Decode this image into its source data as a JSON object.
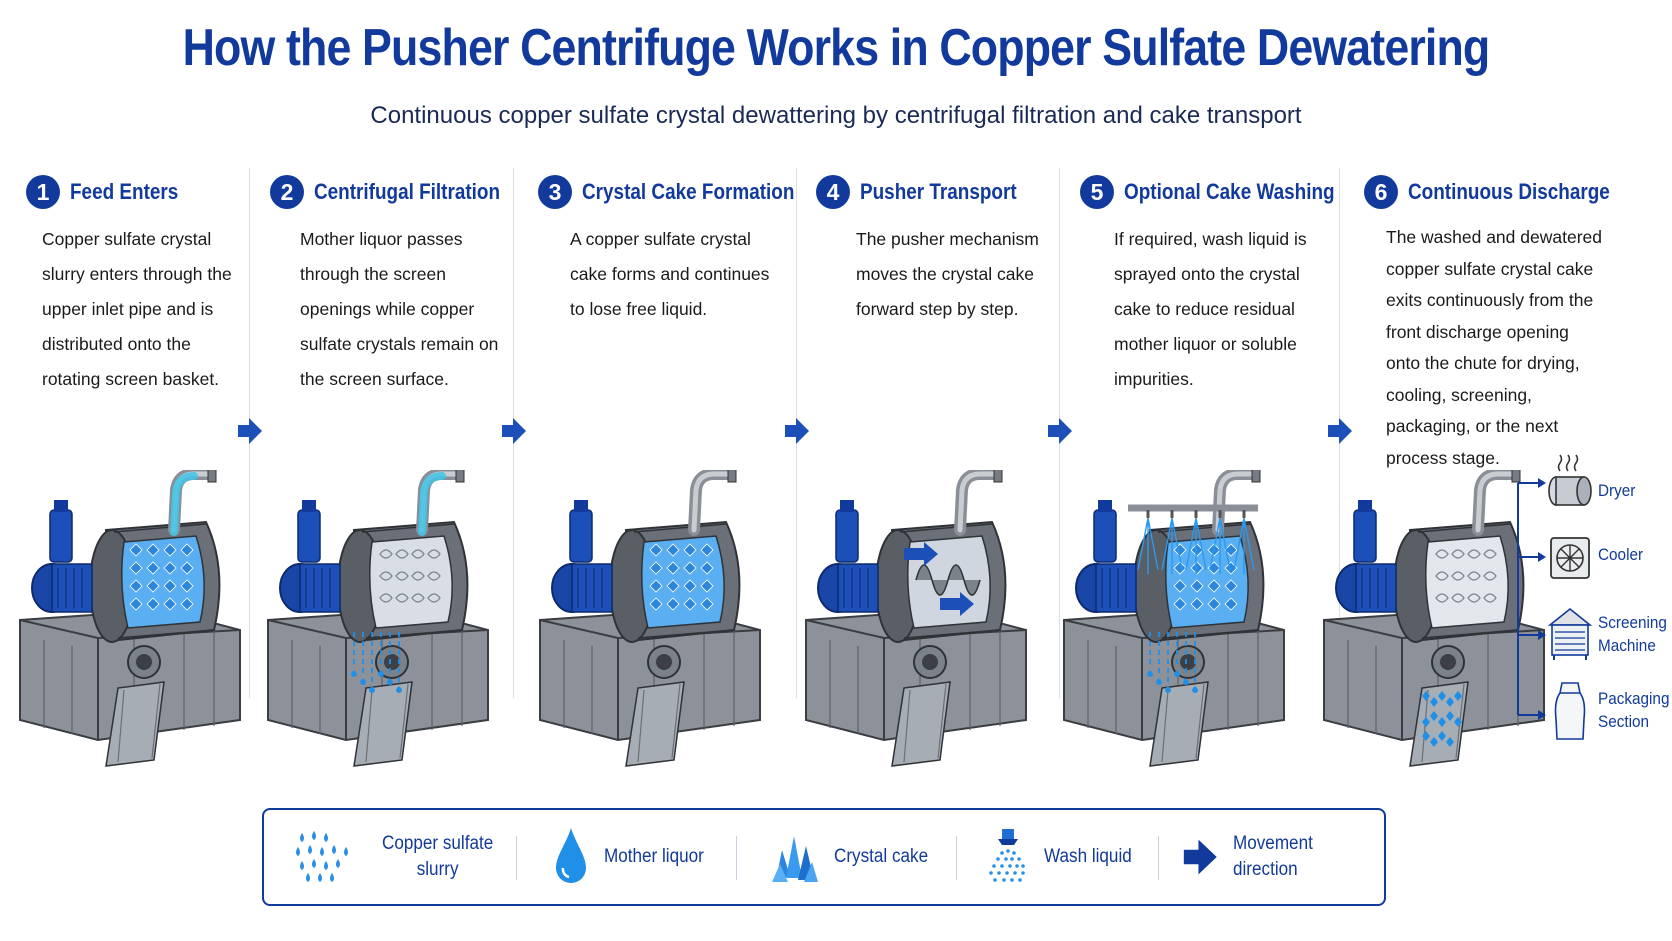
{
  "title": "How the Pusher Centrifuge Works in Copper Sulfate Dewatering",
  "subtitle": "Continuous copper sulfate crystal dewattering by centrifugal filtration and cake transport",
  "steps": [
    {
      "number": "1",
      "title": "Feed Enters",
      "lines": [
        "Copper sulfate crystal",
        "slurry enters through the",
        "upper inlet pipe and is",
        "distributed onto the",
        "rotating screen basket."
      ]
    },
    {
      "number": "2",
      "title": "Centrifugal Filtration",
      "lines": [
        "Mother liquor passes",
        "through the screen",
        "openings while copper",
        "sulfate crystals remain on",
        "the screen surface."
      ]
    },
    {
      "number": "3",
      "title": "Crystal Cake Formation",
      "lines": [
        "A copper sulfate crystal",
        "cake forms and continues",
        "to lose free liquid."
      ]
    },
    {
      "number": "4",
      "title": "Pusher Transport",
      "lines": [
        "The pusher mechanism",
        "moves the crystal cake",
        "forward step by step."
      ]
    },
    {
      "number": "5",
      "title": "Optional Cake Washing",
      "lines": [
        "If required, wash liquid is",
        "sprayed onto the crystal",
        "cake to reduce residual",
        "mother liquor or soluble",
        "impurities."
      ]
    },
    {
      "number": "6",
      "title": "Continuous Discharge",
      "lines": [
        "The washed and dewatered",
        "copper sulfate crystal cake",
        "exits continuously from the",
        "front discharge opening",
        "onto the chute for drying,",
        "cooling, screening,",
        "packaging, or the next",
        "process stage."
      ]
    }
  ],
  "outputs": [
    {
      "label_lines": [
        "Dryer"
      ],
      "icon": "dryer-icon"
    },
    {
      "label_lines": [
        "Cooler"
      ],
      "icon": "cooler-icon"
    },
    {
      "label_lines": [
        "Screening",
        "Machine"
      ],
      "icon": "screening-machine-icon"
    },
    {
      "label_lines": [
        "Packaging",
        "Section"
      ],
      "icon": "packaging-section-icon"
    }
  ],
  "legend": [
    {
      "label_lines": [
        "Copper sulfate",
        "slurry"
      ],
      "icon": "slurry-drops-icon"
    },
    {
      "label_lines": [
        "Mother liquor"
      ],
      "icon": "liquid-drop-icon"
    },
    {
      "label_lines": [
        "Crystal cake"
      ],
      "icon": "crystal-icon"
    },
    {
      "label_lines": [
        "Wash liquid"
      ],
      "icon": "spray-nozzle-icon"
    },
    {
      "label_lines": [
        "Movement direction"
      ],
      "icon": "arrow-right-icon"
    }
  ],
  "colors": {
    "brand": "#123a9c",
    "liquid": "#1f8fe8",
    "steel": "#8a8f97",
    "motor": "#1d4fb8"
  }
}
